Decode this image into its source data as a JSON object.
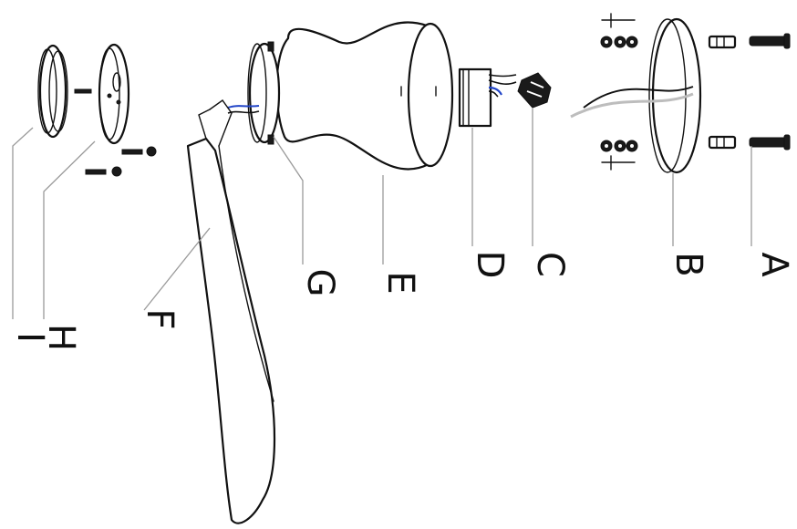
{
  "labels": {
    "a": "A",
    "b": "B",
    "c": "C",
    "d": "D",
    "e": "E",
    "f": "F",
    "g": "G",
    "h": "H",
    "i": "I"
  },
  "colors": {
    "line": "#111111",
    "leader": "#9a9a9a",
    "wire_blue": "#2346c8",
    "wire_grey": "#bdbdbd"
  }
}
